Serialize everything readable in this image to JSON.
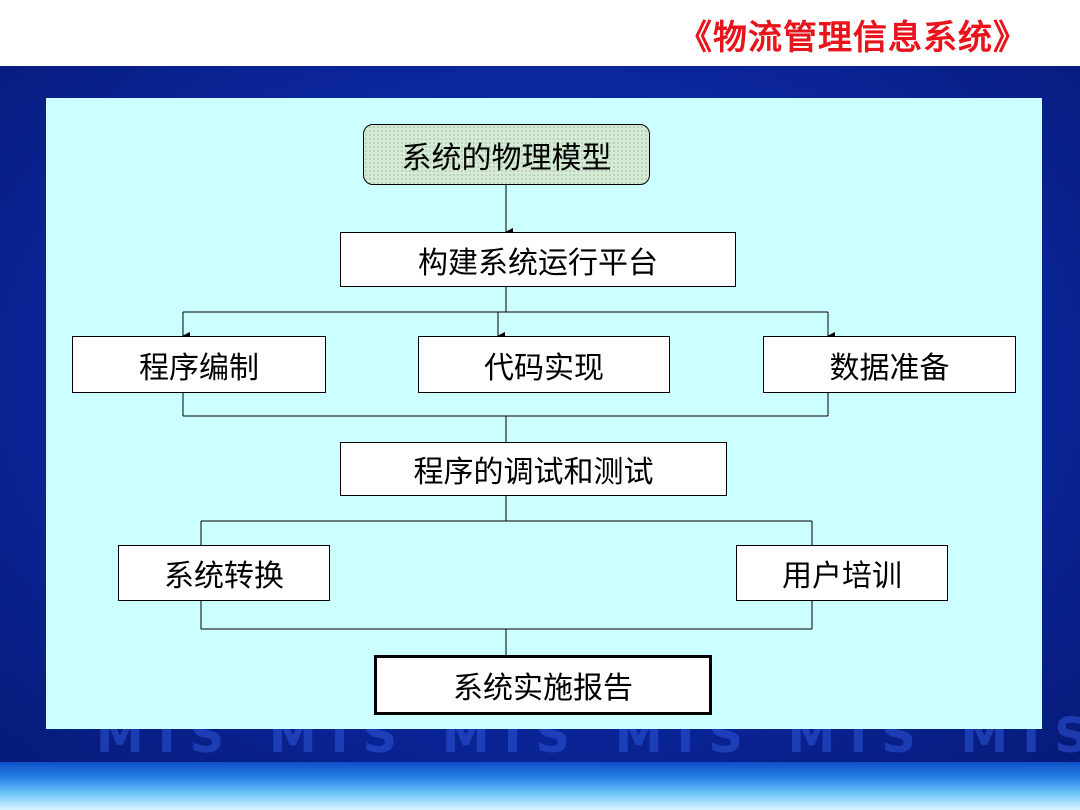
{
  "header": {
    "title": "《物流管理信息系统》"
  },
  "watermark": "MIS MIS MIS MIS MIS MIS",
  "diagram": {
    "nodes": {
      "physical_model": "系统的物理模型",
      "platform": "构建系统运行平台",
      "programming": "程序编制",
      "code_impl": "代码实现",
      "data_prep": "数据准备",
      "debug_test": "程序的调试和测试",
      "conversion": "系统转换",
      "training": "用户培训",
      "report": "系统实施报告"
    }
  },
  "colors": {
    "title_red": "#e8131b",
    "panel_blue": "#0d2aa8",
    "diagram_bg": "#ccffff",
    "node_fill": "#ffffff",
    "model_fill": "#d6ecd6"
  }
}
